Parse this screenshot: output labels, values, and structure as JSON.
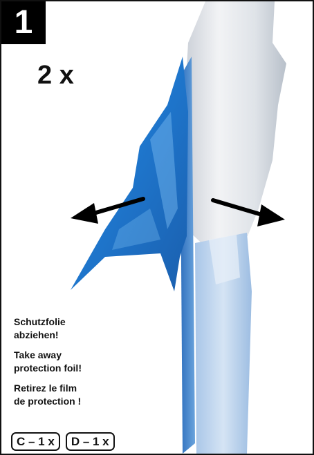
{
  "step": {
    "number": "1"
  },
  "quantity": "2 x",
  "instructions": {
    "de": "Schutzfolie\nabziehen!",
    "en": "Take away\nprotection foil!",
    "fr": "Retirez le film\nde protection !"
  },
  "parts": [
    {
      "label": "C – 1 x"
    },
    {
      "label": "D – 1 x"
    }
  ],
  "colors": {
    "foil": "#2a7fd0",
    "border": "#111111",
    "badge": "#000000"
  },
  "illustration": {
    "subject": "protective film being peeled from panel"
  }
}
